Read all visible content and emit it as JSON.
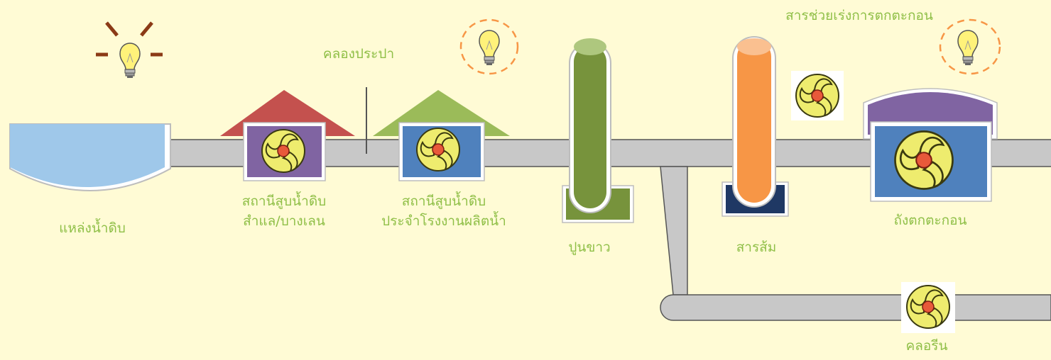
{
  "labels": {
    "raw_source": "แหล่งน้ำดิบ",
    "station1_line1": "สถานีสูบน้ำดิบ",
    "station1_line2": "สำแล/บางเลน",
    "canal": "คลองประปา",
    "station2_line1": "สถานีสูบน้ำดิบ",
    "station2_line2": "ประจำโรงงานผลิตน้ำ",
    "lime": "ปูนขาว",
    "alum": "สารส้ม",
    "coagulant_aid": "สารช่วยเร่งการตกตะกอน",
    "sedimentation": "ถังตกตะกอน",
    "chlorine": "คลอรีน"
  },
  "colors": {
    "background": "#fffbd5",
    "label": "#8fbf47",
    "pipe": "#c8c8c8",
    "reservoir": "#9fc8ea",
    "red_roof": "#c4514e",
    "green_roof": "#9bbb59",
    "purple": "#8064a2",
    "blue": "#4f81bd",
    "lime_tank": "#77933c",
    "alum_tank": "#f79646",
    "alum_base": "#1f3864",
    "pump_yellow": "#eeec6e",
    "pump_red": "#e8593a"
  },
  "icons": [
    "lightbulb-icon",
    "pump-icon"
  ]
}
